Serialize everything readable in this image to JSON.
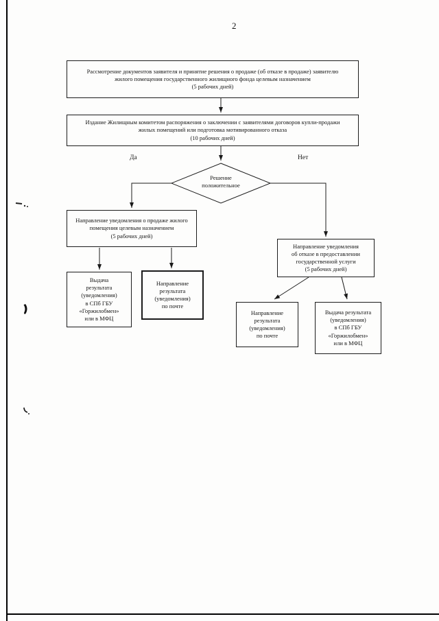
{
  "page_number": "2",
  "branch_labels": {
    "yes": "Да",
    "no": "Нет"
  },
  "nodes": {
    "review": "Рассмотрение документов заявителя и принятие решения о продаже  (об отказе в продаже) заявителю\nжилого помещения государственного жилищного фонда целевым назначением\n(5 рабочих дней)",
    "order": "Издание Жилищным комитетом распоряжения о заключении с заявителями договоров купли-продажи\nжилых помещений или подготовка мотивированного отказа\n(10 рабочих дней)",
    "decision": "Решение\nположительное",
    "notify_sale": "Направление уведомления о продаже жилого\nпомещения целевым назначением\n(5 рабочих дней)",
    "issue_result_left": "Выдача\nрезультата\n(уведомления)\nв СПб ГБУ\n«Горжилобмен»\nили в МФЦ",
    "mail_result_left": "Направление\nрезультата\n(уведомления)\nпо почте",
    "notify_refusal": "Направление уведомления\nоб отказе в предоставлении\nгосударственной услуги\n(5 рабочих дней)",
    "mail_result_right": "Направление\nрезультата\n(уведомления)\nпо почте",
    "issue_result_right": "Выдача результата\n(уведомления)\nв СПб ГБУ\n«Горжилобмен»\nили в МФЦ"
  }
}
